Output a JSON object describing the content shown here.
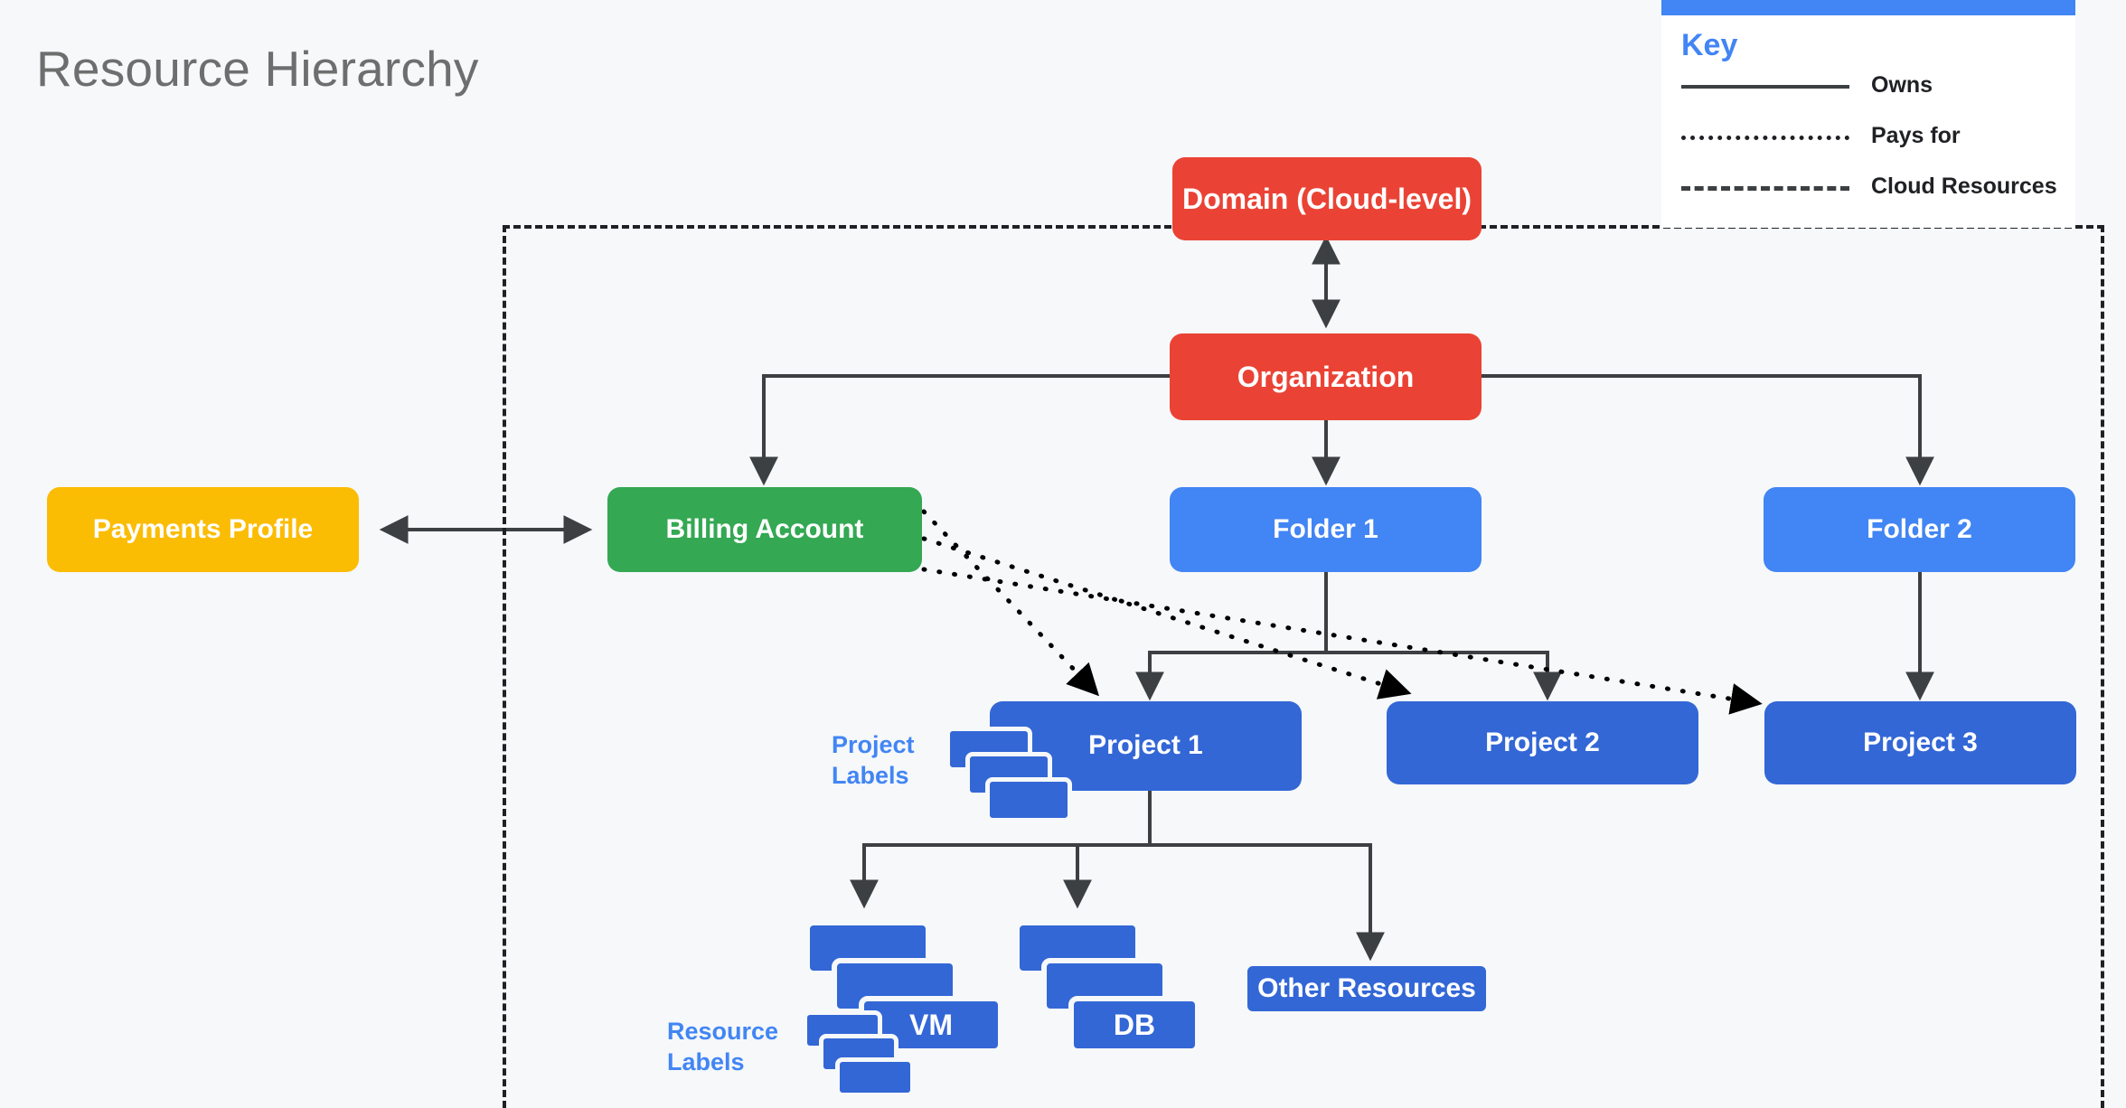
{
  "page": {
    "title": "Resource Hierarchy",
    "background_color": "#f6f8fa"
  },
  "colors": {
    "red": "#ea4335",
    "green": "#34a853",
    "yellow": "#fbbc04",
    "blue": "#4285f4",
    "dark_blue": "#3367d6",
    "line": "#3c4043",
    "title_text": "#6e6e6e"
  },
  "key": {
    "title": "Key",
    "accent_color": "#4285f4",
    "rows": [
      {
        "style": "solid",
        "label": "Owns"
      },
      {
        "style": "dotted",
        "label": "Pays for"
      },
      {
        "style": "dashed",
        "label": "Cloud Resources"
      }
    ]
  },
  "boundary": {
    "name": "cloud-resources-boundary",
    "style": "dashed"
  },
  "nodes": {
    "domain": {
      "label": "Domain (Cloud-level)",
      "color": "red"
    },
    "organization": {
      "label": "Organization",
      "color": "red"
    },
    "payments_profile": {
      "label": "Payments Profile",
      "color": "yellow"
    },
    "billing_account": {
      "label": "Billing Account",
      "color": "green"
    },
    "folder_1": {
      "label": "Folder 1",
      "color": "blue"
    },
    "folder_2": {
      "label": "Folder 2",
      "color": "blue"
    },
    "project_1": {
      "label": "Project 1",
      "color": "dark_blue"
    },
    "project_2": {
      "label": "Project 2",
      "color": "dark_blue"
    },
    "project_3": {
      "label": "Project 3",
      "color": "dark_blue"
    },
    "vm": {
      "label": "VM",
      "color": "dark_blue"
    },
    "db": {
      "label": "DB",
      "color": "dark_blue"
    },
    "other_resources": {
      "label": "Other Resources",
      "color": "dark_blue"
    }
  },
  "captions": {
    "project_labels": "Project\nLabels",
    "resource_labels": "Resource\nLabels"
  },
  "edges": [
    {
      "from": "domain",
      "to": "organization",
      "type": "owns",
      "arrows": "both"
    },
    {
      "from": "payments_profile",
      "to": "billing_account",
      "type": "owns",
      "arrows": "both"
    },
    {
      "from": "organization",
      "to": "billing_account",
      "type": "owns",
      "arrows": "end"
    },
    {
      "from": "organization",
      "to": "folder_1",
      "type": "owns",
      "arrows": "end"
    },
    {
      "from": "organization",
      "to": "folder_2",
      "type": "owns",
      "arrows": "end"
    },
    {
      "from": "folder_1",
      "to": "project_1",
      "type": "owns",
      "arrows": "end"
    },
    {
      "from": "folder_1",
      "to": "project_2",
      "type": "owns",
      "arrows": "end"
    },
    {
      "from": "folder_2",
      "to": "project_3",
      "type": "owns",
      "arrows": "end"
    },
    {
      "from": "project_1",
      "to": "vm",
      "type": "owns",
      "arrows": "end"
    },
    {
      "from": "project_1",
      "to": "db",
      "type": "owns",
      "arrows": "end"
    },
    {
      "from": "project_1",
      "to": "other_resources",
      "type": "owns",
      "arrows": "end"
    },
    {
      "from": "billing_account",
      "to": "project_1",
      "type": "pays_for",
      "arrows": "end"
    },
    {
      "from": "billing_account",
      "to": "project_2",
      "type": "pays_for",
      "arrows": "end"
    },
    {
      "from": "billing_account",
      "to": "project_3",
      "type": "pays_for",
      "arrows": "end"
    }
  ]
}
